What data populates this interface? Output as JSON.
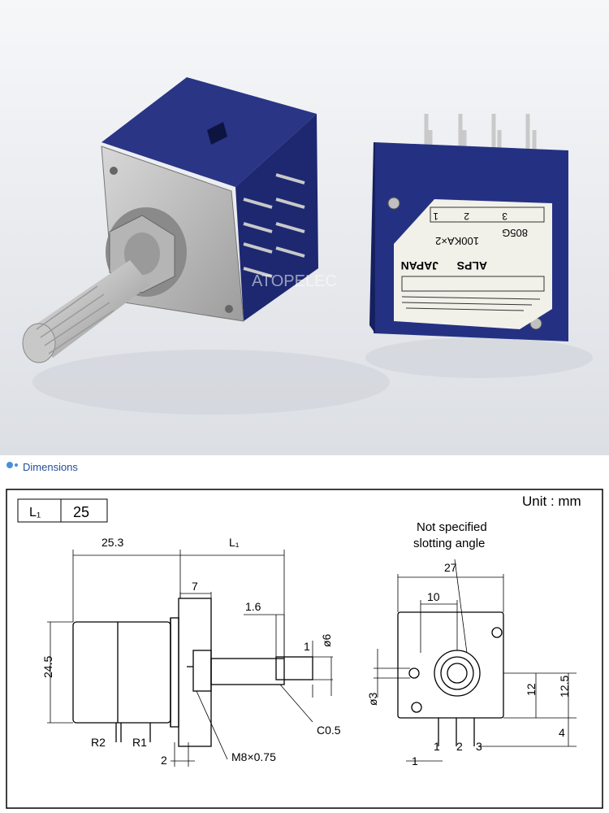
{
  "photo": {
    "watermark": "ATOPELEC",
    "label": {
      "pins": [
        "1",
        "2",
        "3"
      ],
      "model": "805G",
      "value": "100KA×2",
      "brand": "ALPS",
      "origin": "JAPAN"
    }
  },
  "section": {
    "title": "Dimensions"
  },
  "drawing": {
    "unit": "Unit : mm",
    "table": {
      "label": "L₁",
      "value": "25"
    },
    "note_line1": "Not specified",
    "note_line2": "slotting angle",
    "dims": {
      "body_length": "25.3",
      "shaft_length": "L₁",
      "bushing": "7",
      "slot_depth": "1.6",
      "slot_width": "1",
      "shaft_dia": "ø6",
      "height": "24.5",
      "chamfer": "C0.5",
      "thread": "M8×0.75",
      "pin_offset": "2",
      "r2": "R2",
      "r1": "R1",
      "width": "27",
      "hole_offset": "10",
      "hole_dia": "ø3",
      "center_height": "12",
      "center_height2": "12.5",
      "pin_length": "4",
      "pin_pitch": "1",
      "pin1": "1",
      "pin2": "2",
      "pin3": "3"
    }
  }
}
